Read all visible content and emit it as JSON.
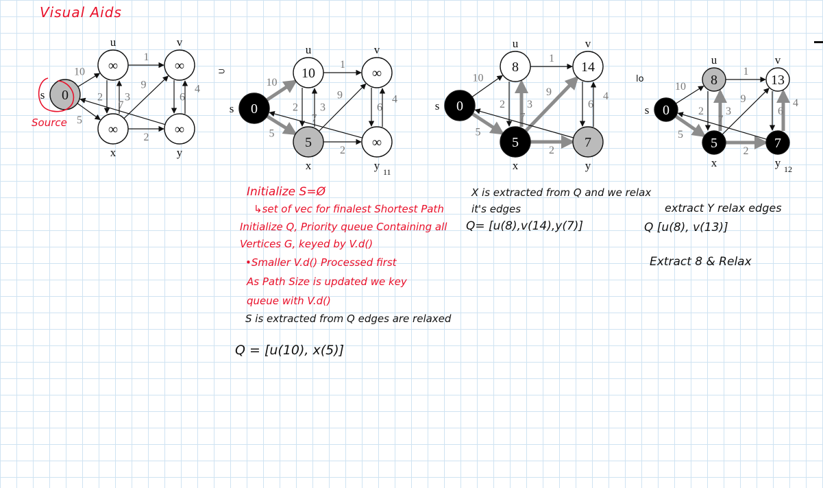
{
  "title": "Visual Aids",
  "source_label": "Source",
  "stray_marks": [
    "⊃",
    "lo"
  ],
  "colors": {
    "ink_red": "#e8102a",
    "ink_black": "#111111",
    "grid": "#cfe3f2",
    "gray_node": "#bbbbbb",
    "black_node": "#000000",
    "edge_gray": "#8c8c8c"
  },
  "graphs": [
    {
      "labels": {
        "s": "s",
        "u": "u",
        "v": "v",
        "x": "x",
        "y": "y"
      },
      "caption": "",
      "node_values": {
        "s": "0",
        "u": "∞",
        "v": "∞",
        "x": "∞",
        "y": "∞"
      },
      "node_states": {
        "s": "gray",
        "u": "white",
        "v": "white",
        "x": "white",
        "y": "white"
      },
      "weights": {
        "su": "10",
        "sx": "5",
        "uv": "1",
        "ux": "2",
        "xu": "3",
        "xv": "9",
        "yv": "4",
        "xy": "2",
        "vy": "6",
        "ys": "7"
      },
      "bold_edges": []
    },
    {
      "labels": {
        "s": "s",
        "u": "u",
        "v": "v",
        "x": "x",
        "y": "y"
      },
      "caption": "11",
      "node_values": {
        "s": "0",
        "u": "10",
        "v": "∞",
        "x": "5",
        "y": "∞"
      },
      "node_states": {
        "s": "black",
        "u": "white",
        "v": "white",
        "x": "gray",
        "y": "white"
      },
      "weights": {
        "su": "10",
        "sx": "5",
        "uv": "1",
        "ux": "2",
        "xu": "3",
        "xv": "9",
        "yv": "4",
        "xy": "2",
        "vy": "6",
        "ys": "7"
      },
      "bold_edges": [
        "su",
        "sx"
      ]
    },
    {
      "labels": {
        "s": "s",
        "u": "u",
        "v": "v",
        "x": "x",
        "y": "y"
      },
      "caption": "",
      "node_values": {
        "s": "0",
        "u": "8",
        "v": "14",
        "x": "5",
        "y": "7"
      },
      "node_states": {
        "s": "black",
        "u": "white",
        "v": "white",
        "x": "black",
        "y": "gray"
      },
      "weights": {
        "su": "10",
        "sx": "5",
        "uv": "1",
        "ux": "2",
        "xu": "3",
        "xv": "9",
        "yv": "4",
        "xy": "2",
        "vy": "6",
        "ys": "7"
      },
      "bold_edges": [
        "sx",
        "xu",
        "xv",
        "xy"
      ]
    },
    {
      "labels": {
        "s": "s",
        "u": "u",
        "v": "v",
        "x": "x",
        "y": "y"
      },
      "caption": "12",
      "node_values": {
        "s": "0",
        "u": "8",
        "v": "13",
        "x": "5",
        "y": "7"
      },
      "node_states": {
        "s": "black",
        "u": "gray",
        "v": "white",
        "x": "black",
        "y": "black"
      },
      "weights": {
        "su": "10",
        "sx": "5",
        "uv": "1",
        "ux": "2",
        "xu": "3",
        "xv": "9",
        "yv": "4",
        "xy": "2",
        "vy": "6",
        "ys": "7"
      },
      "bold_edges": [
        "sx",
        "xu",
        "xy",
        "yv"
      ]
    }
  ],
  "notes": {
    "init_s": "Initialize S=Ø",
    "set_desc": "↳set of vec for finalest Shortest Path",
    "init_q_1": "Initialize Q, Priority queue Containing all",
    "init_q_2": "Vertices G, keyed by V.d()",
    "smaller": "•Smaller V.d() Processed first",
    "path_1": "As Path Size is updated we key",
    "path_2": "queue with V.d()",
    "s_extracted": "S is extracted from Q edges are relaxed",
    "q1": "Q = [u(10), x(5)]",
    "x_extracted_1": "X is extracted from Q and we relax",
    "x_extracted_2": "it's edges",
    "q2": "Q= [u(8),v(14),y(7)]",
    "extract_y": "extract Y relax edges",
    "q3": "Q [u(8), v(13)]",
    "extract_8": "Extract 8 & Relax"
  }
}
